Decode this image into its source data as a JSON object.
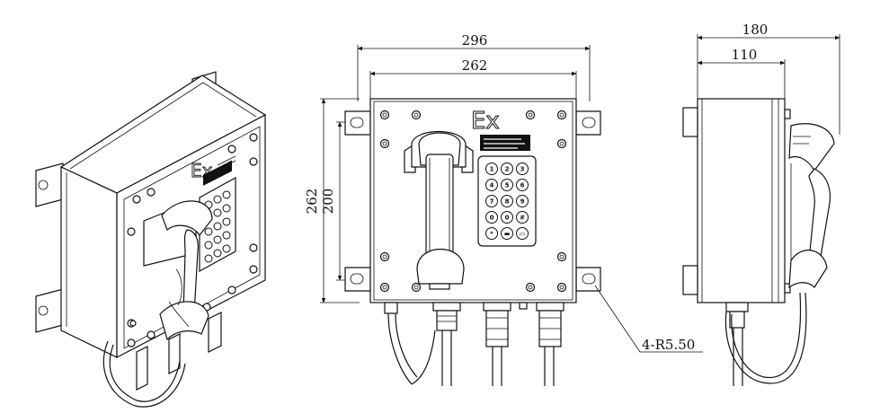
{
  "drawing": {
    "front_view": {
      "overall_width": "296",
      "mounting_width": "262",
      "overall_height": "262",
      "mounting_height": "200",
      "hole_callout": "4-R5.50",
      "ex_mark": "Ex",
      "keypad_keys": [
        "1",
        "2",
        "3",
        "4",
        "5",
        "6",
        "7",
        "8",
        "9",
        "0",
        "0",
        "#",
        "*",
        "▬",
        "▭"
      ]
    },
    "side_view": {
      "overall_depth": "180",
      "body_depth": "110"
    },
    "iso_view": {
      "ex_mark": "Ex"
    }
  }
}
